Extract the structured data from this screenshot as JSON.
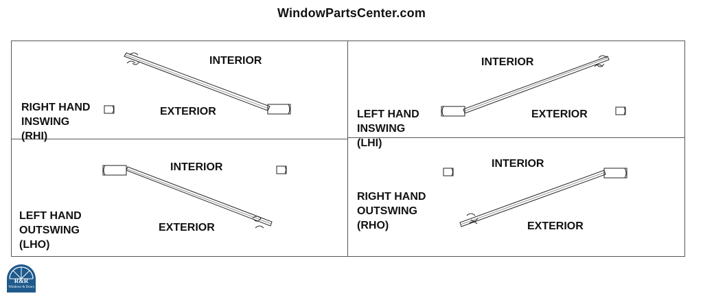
{
  "header": {
    "site": "WindowPartsCenter.com"
  },
  "panels": [
    {
      "id": "rhi",
      "lines": [
        "RIGHT HAND",
        "INSWING",
        "(RHI)"
      ],
      "interior": "INTERIOR",
      "exterior": "EXTERIOR"
    },
    {
      "id": "lhi",
      "lines": [
        "LEFT HAND",
        "INSWING",
        "(LHI)"
      ],
      "interior": "INTERIOR",
      "exterior": "EXTERIOR"
    },
    {
      "id": "lho",
      "lines": [
        "LEFT HAND",
        "OUTSWING",
        "(LHO)"
      ],
      "interior": "INTERIOR",
      "exterior": "EXTERIOR"
    },
    {
      "id": "rho",
      "lines": [
        "RIGHT HAND",
        "OUTSWING",
        "(RHO)"
      ],
      "interior": "INTERIOR",
      "exterior": "EXTERIOR"
    }
  ],
  "logo": {
    "mark": "R&R",
    "tagline": "Windows & Doors",
    "color": "#1f5a8c"
  }
}
